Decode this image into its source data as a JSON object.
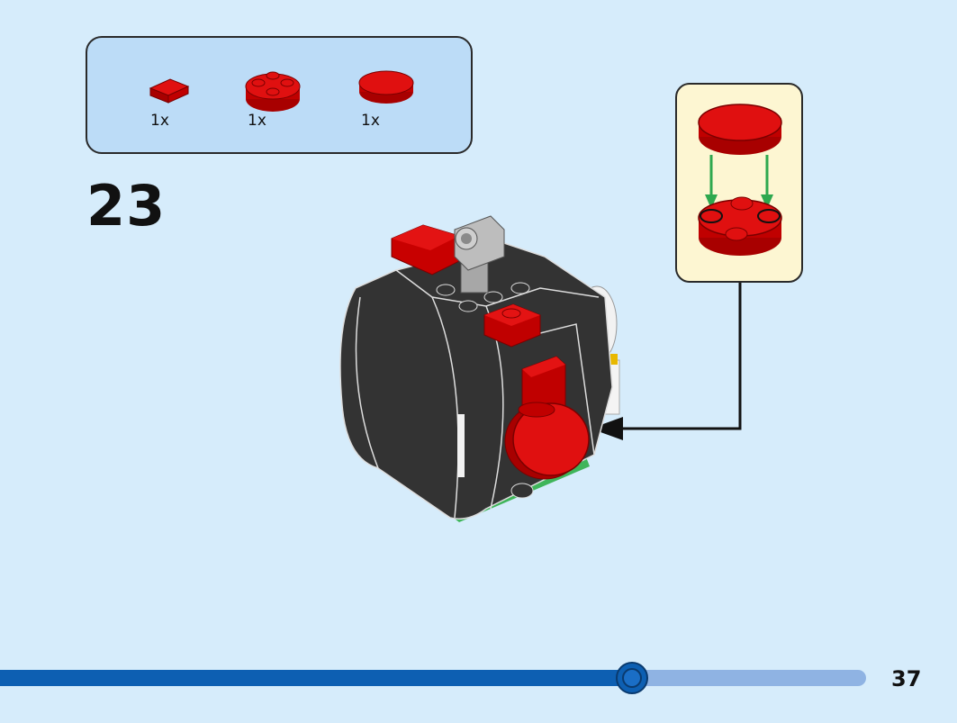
{
  "parts": [
    {
      "icon": "red-tile-1x1-icon",
      "qty": "1x"
    },
    {
      "icon": "red-round-plate-2x2-icon",
      "qty": "1x"
    },
    {
      "icon": "red-round-tile-2x2-icon",
      "qty": "1x"
    }
  ],
  "step": {
    "number": "23"
  },
  "progress": {
    "fraction": 0.73
  },
  "page": {
    "number": "37"
  },
  "colors": {
    "background": "#d6ecfb",
    "parts_box": "#bcdcf7",
    "callout": "#fdf6d2",
    "brick_red": "#d40000",
    "brick_black": "#333333",
    "arrow_green": "#2ea84f",
    "progress_fill": "#0d5fb2",
    "progress_track": "#8fb3e3"
  }
}
